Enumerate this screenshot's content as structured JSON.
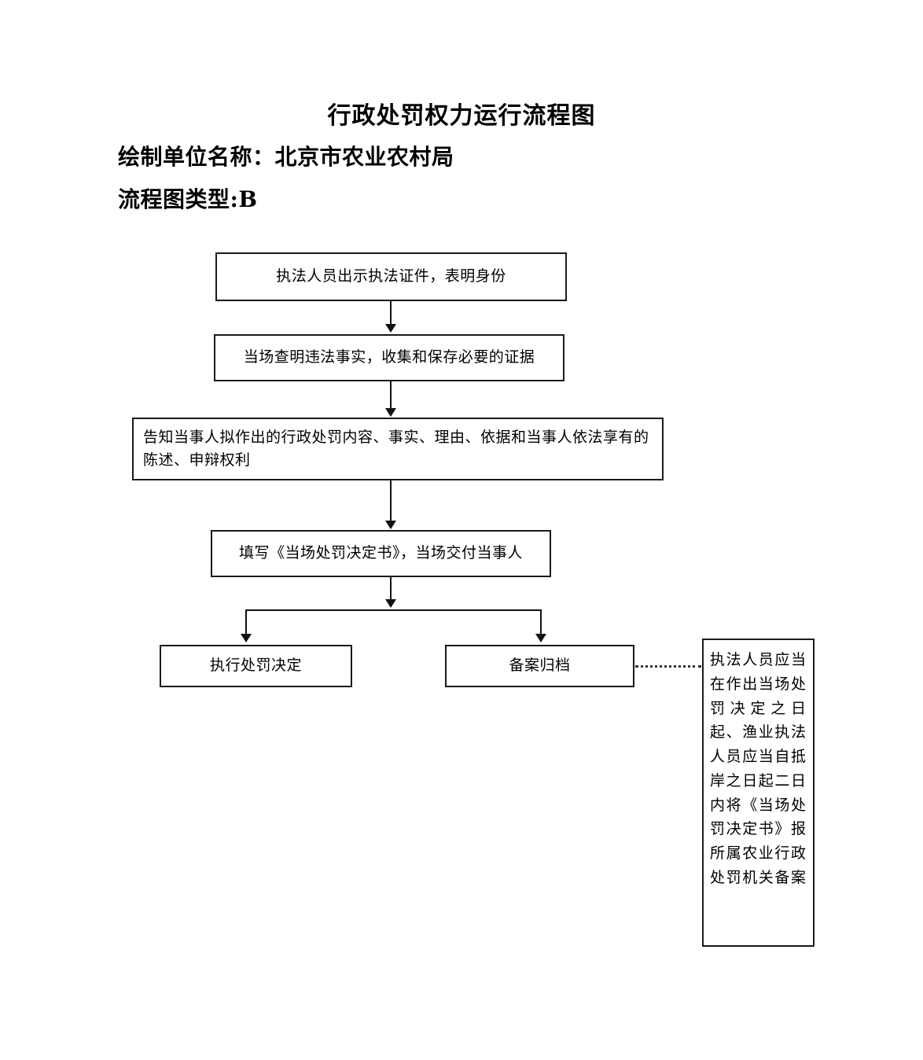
{
  "header": {
    "title": "行政处罚权力运行流程图",
    "org_line": "绘制单位名称：北京市农业农村局",
    "type_line": "流程图类型:B"
  },
  "flow": {
    "nodes": [
      {
        "id": "n1",
        "label": "执法人员出示执法证件，表明身份"
      },
      {
        "id": "n2",
        "label": "当场查明违法事实，收集和保存必要的证据"
      },
      {
        "id": "n3",
        "label": "告知当事人拟作出的行政处罚内容、事实、理由、依据和当事人依法享有的陈述、申辩权利"
      },
      {
        "id": "n4",
        "label": "填写《当场处罚决定书》，当场交付当事人"
      },
      {
        "id": "n5",
        "label": "执行处罚决定"
      },
      {
        "id": "n6",
        "label": "备案归档"
      }
    ],
    "note": {
      "label": "执法人员应当在作出当场处罚决定之日起、渔业执法人员应当自抵岸之日起二日内将《当场处罚决定书》报所属农业行政处罚机关备案"
    },
    "colors": {
      "box_border": "#1a1a1a",
      "connector": "#111111",
      "dotted_connector": "#333333",
      "background": "#ffffff"
    }
  }
}
